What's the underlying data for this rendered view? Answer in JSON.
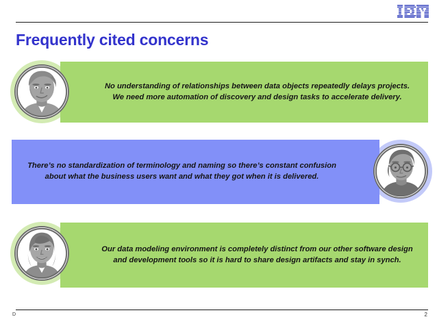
{
  "slide": {
    "title": "Frequently cited concerns",
    "title_color": "#3333cc",
    "background": "#ffffff",
    "page_number": "2",
    "footer_mark": "D"
  },
  "header": {
    "logo_name": "ibm-logo",
    "logo_text": "IBM",
    "logo_color": "#5560c8"
  },
  "quotes": [
    {
      "text": "No understanding of relationships between data objects repeatedly delays projects. We need more automation of discovery and design tasks to accelerate delivery.",
      "band_color": "#a6d86f",
      "halo_color": "#d3ebb3",
      "avatar_name": "avatar-person-1",
      "avatar_side": "left"
    },
    {
      "text": "There’s no standardization of terminology and naming so there’s constant confusion about what the business users want and what they got when it is delivered.",
      "band_color": "#8290f8",
      "halo_color": "#c3caf9",
      "avatar_name": "avatar-person-2",
      "avatar_side": "right"
    },
    {
      "text": "Our data modeling environment is completely distinct from our other software design and development tools so it is hard to share design artifacts and stay in synch.",
      "band_color": "#a6d86f",
      "halo_color": "#d3ebb3",
      "avatar_name": "avatar-person-3",
      "avatar_side": "left"
    }
  ]
}
